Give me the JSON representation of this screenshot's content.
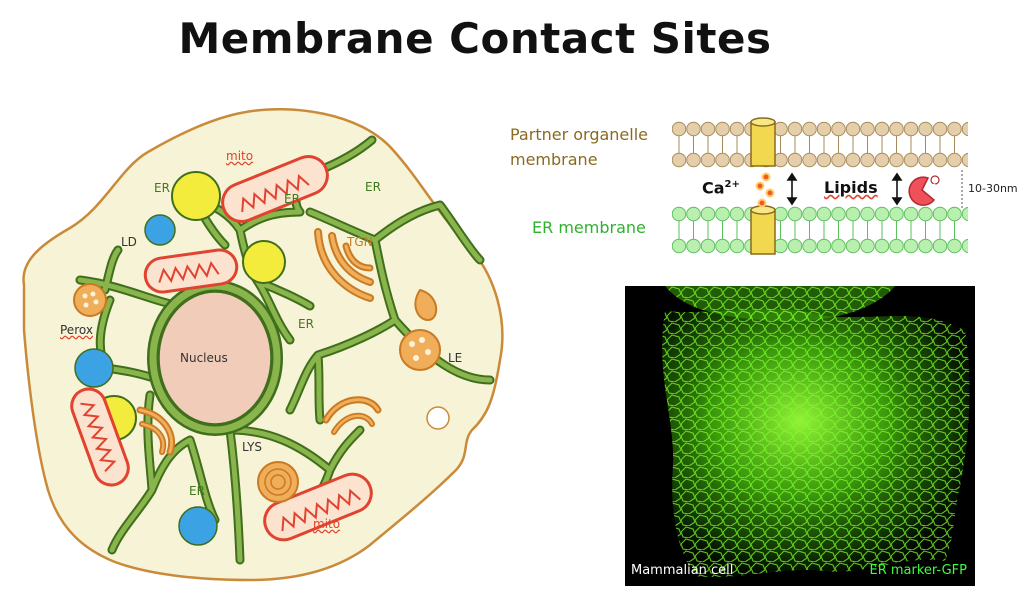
{
  "title": "Membrane Contact Sites",
  "cell": {
    "labels": {
      "mito_top": "mito",
      "mito_bottom": "mito",
      "er_1": "ER",
      "er_2": "ER",
      "er_3": "ER",
      "er_4": "ER",
      "er_5": "ER",
      "ld": "LD",
      "tgn": "TGN",
      "perox": "Perox",
      "nucleus": "Nucleus",
      "le": "LE",
      "lys": "LYS"
    }
  },
  "contact": {
    "partner_line1": "Partner organelle",
    "partner_line2": "membrane",
    "er_membrane": "ER membrane",
    "ca": "Ca",
    "ca_sup": "2+",
    "lipids": "Lipids",
    "distance": "10-30nm"
  },
  "micrograph": {
    "left_caption": "Mammalian cell",
    "right_caption": "ER marker-GFP"
  },
  "colors": {
    "partner": "#8a6a1f",
    "er_green": "#2fb12f",
    "cytoplasm": "#f7f3d6",
    "cell_border": "#c98a3a",
    "er_network": "#6f9a3a",
    "nucleus": "#f1cdb9",
    "mito": "#e0432f",
    "ld": "#f4ec3c",
    "perox": "#3ba3e3",
    "gfp": "#62ff1a"
  }
}
